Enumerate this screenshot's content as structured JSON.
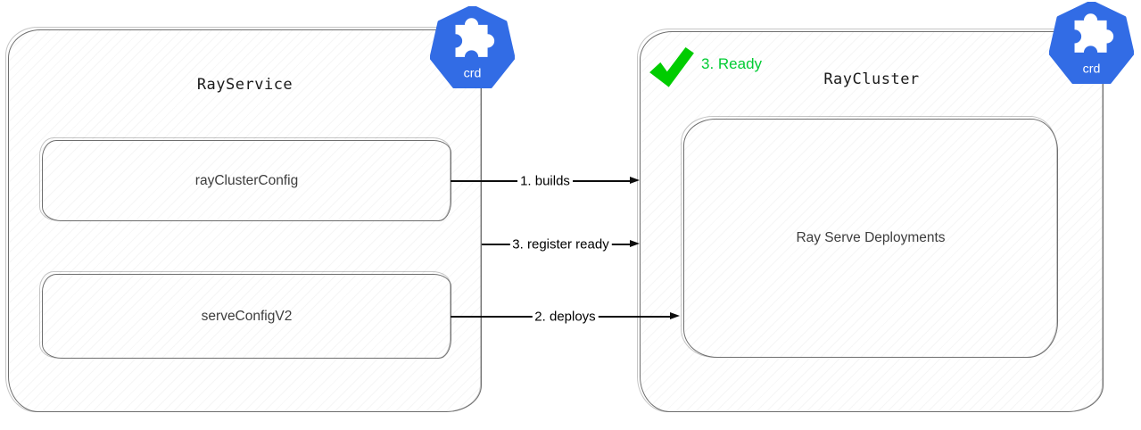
{
  "diagram": {
    "left_group": {
      "title": "RayService",
      "badge": "crd",
      "children": [
        {
          "label": "rayClusterConfig"
        },
        {
          "label": "serveConfigV2"
        }
      ]
    },
    "right_group": {
      "title": "RayCluster",
      "badge": "crd",
      "status": "3. Ready",
      "children": [
        {
          "label": "Ray Serve Deployments"
        }
      ]
    },
    "arrows": [
      {
        "label": "1. builds"
      },
      {
        "label": "3. register ready"
      },
      {
        "label": "2. deploys"
      }
    ],
    "colors": {
      "crd_blue": "#326CE5",
      "check_green": "#00CC00",
      "status_green": "#00CC33",
      "border_gray": "#6f6f6f",
      "arrow_black": "#0d0d0d"
    }
  }
}
